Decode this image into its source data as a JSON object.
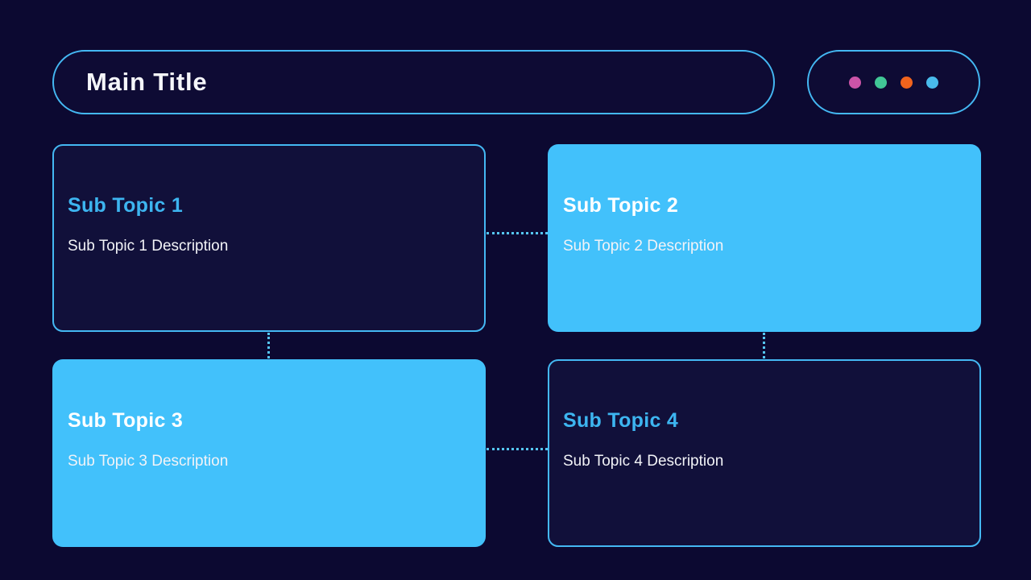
{
  "theme": {
    "background": "#0c0931",
    "card_dark_fill": "#11103a",
    "accent_border_blue": "#44b8f3",
    "card_filled_blue": "#42c1fb",
    "card_title_blue": "#3db5f0",
    "connector_blue": "#55c5f2",
    "text_white": "#f2f3f7"
  },
  "header": {
    "main_title": "Main Title",
    "dots": [
      {
        "name": "pink-dot",
        "color": "#cc54a8",
        "style": "background:#cc54a8"
      },
      {
        "name": "green-dot",
        "color": "#41c796",
        "style": "background:#41c796"
      },
      {
        "name": "orange-dot",
        "color": "#f1641d",
        "style": "background:#f1641d"
      },
      {
        "name": "blue-dot",
        "color": "#49bbeb",
        "style": "background:#49bbeb"
      }
    ]
  },
  "cards": [
    {
      "title": "Sub Topic 1",
      "description": "Sub Topic 1 Description",
      "variant": "outline"
    },
    {
      "title": "Sub Topic 2",
      "description": "Sub Topic 2 Description",
      "variant": "filled"
    },
    {
      "title": "Sub Topic 3",
      "description": "Sub Topic 3 Description",
      "variant": "filled"
    },
    {
      "title": "Sub Topic 4",
      "description": "Sub Topic 4 Description",
      "variant": "outline"
    }
  ]
}
